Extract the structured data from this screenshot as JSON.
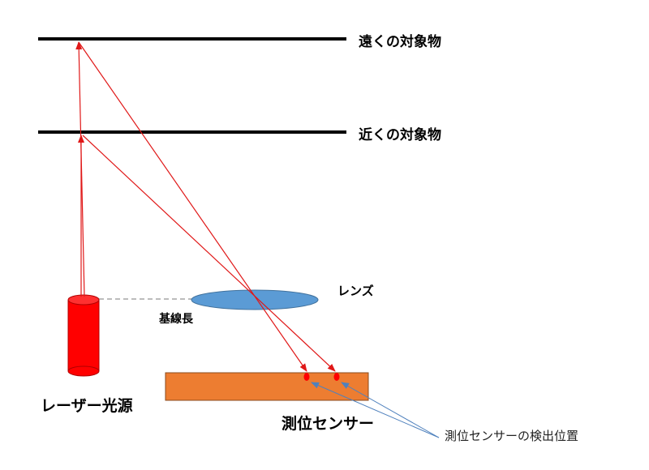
{
  "labels": {
    "far_object": "遠くの対象物",
    "near_object": "近くの対象物",
    "lens": "レンズ",
    "baseline": "基線長",
    "laser_source": "レーザー光源",
    "position_sensor": "測位センサー",
    "detection_position": "測位センサーの検出位置"
  },
  "colors": {
    "object_line": "#000000",
    "laser_body": "#ff0000",
    "laser_edge": "#b00000",
    "beam": "#e01818",
    "lens_fill": "#5b9bd5",
    "lens_edge": "#41719c",
    "sensor_fill": "#ed7d31",
    "sensor_edge": "#8a4a1c",
    "spot": "#ff0000",
    "baseline_dash": "#a6a6a6",
    "callout": "#4f81bd"
  }
}
